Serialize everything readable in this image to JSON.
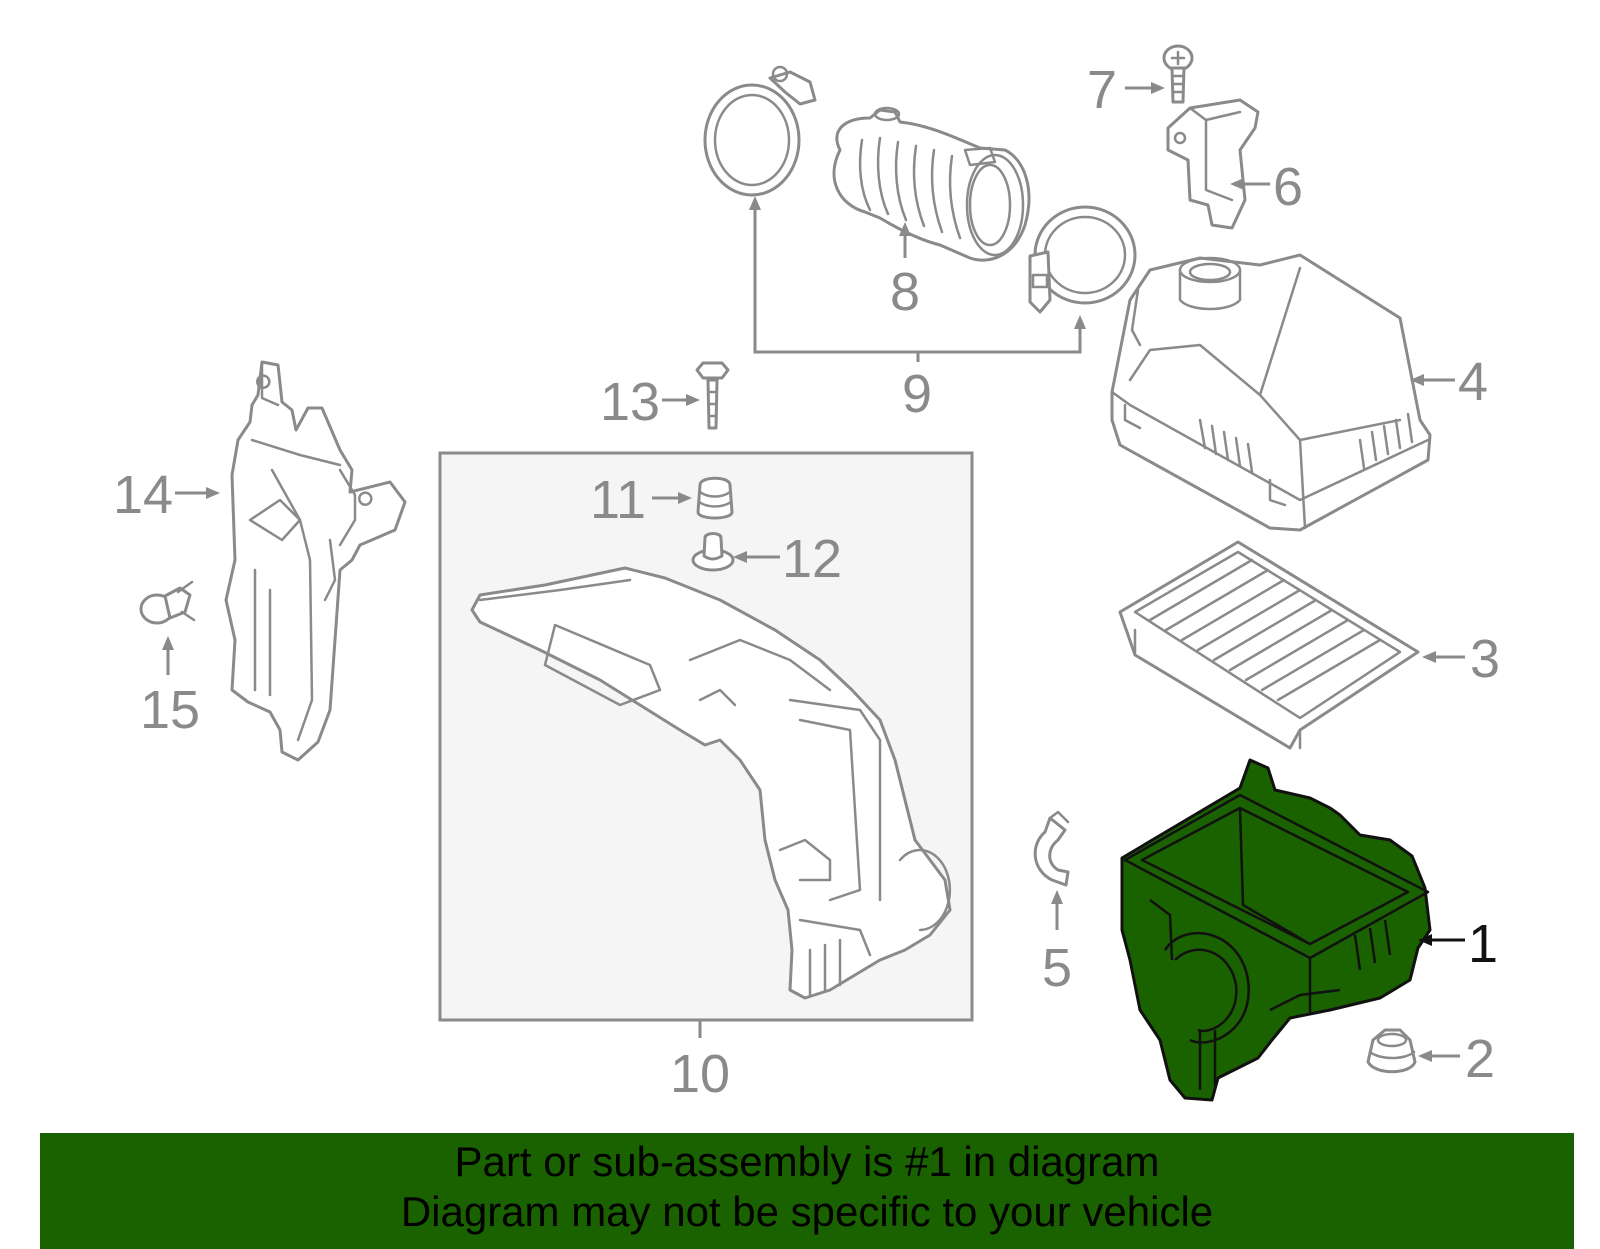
{
  "diagram": {
    "highlighted_part": "1",
    "highlight_color": "#1a6200",
    "callouts": {
      "c1": "1",
      "c2": "2",
      "c3": "3",
      "c4": "4",
      "c5": "5",
      "c6": "6",
      "c7": "7",
      "c8": "8",
      "c9": "9",
      "c10": "10",
      "c11": "11",
      "c12": "12",
      "c13": "13",
      "c14": "14",
      "c15": "15"
    }
  },
  "notice": {
    "line1": "Part or sub-assembly is #1 in diagram",
    "line2": "Diagram may not be specific to your vehicle",
    "background_color": "#1a6200"
  }
}
